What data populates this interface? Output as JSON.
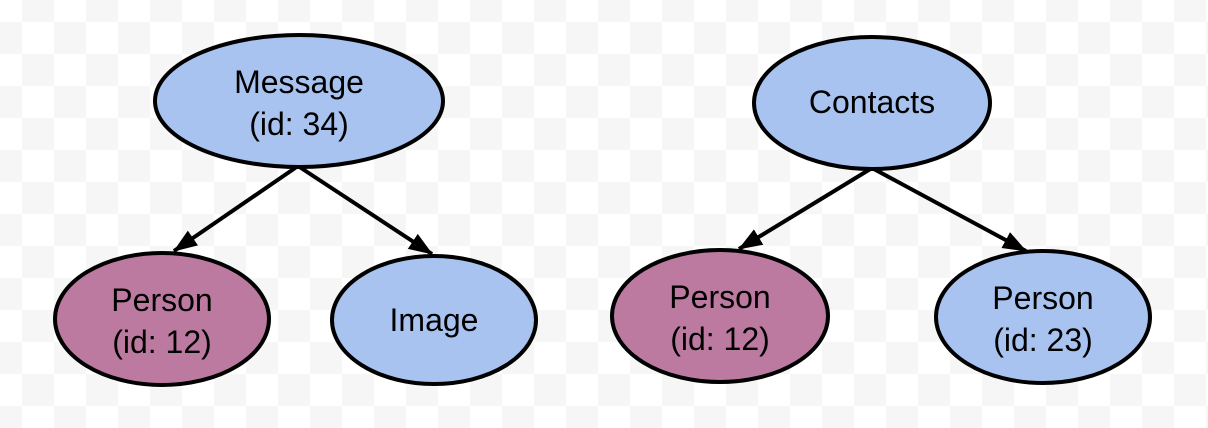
{
  "palette": {
    "node_blue": "#a8c3f0",
    "node_mauve": "#bd7aa1",
    "outline": "#000000",
    "arrow": "#000000",
    "checker_white": "#ffffff",
    "checker_gray": "#f5f6f5"
  },
  "trees": [
    {
      "root": {
        "label": "Message",
        "sublabel": "(id: 34)",
        "color": "#a8c3f0"
      },
      "children": [
        {
          "label": "Person",
          "sublabel": "(id: 12)",
          "color": "#bd7aa1"
        },
        {
          "label": "Image",
          "color": "#a8c3f0"
        }
      ]
    },
    {
      "root": {
        "label": "Contacts",
        "color": "#a8c3f0"
      },
      "children": [
        {
          "label": "Person",
          "sublabel": "(id: 12)",
          "color": "#bd7aa1"
        },
        {
          "label": "Person",
          "sublabel": "(id: 23)",
          "color": "#a8c3f0"
        }
      ]
    }
  ]
}
